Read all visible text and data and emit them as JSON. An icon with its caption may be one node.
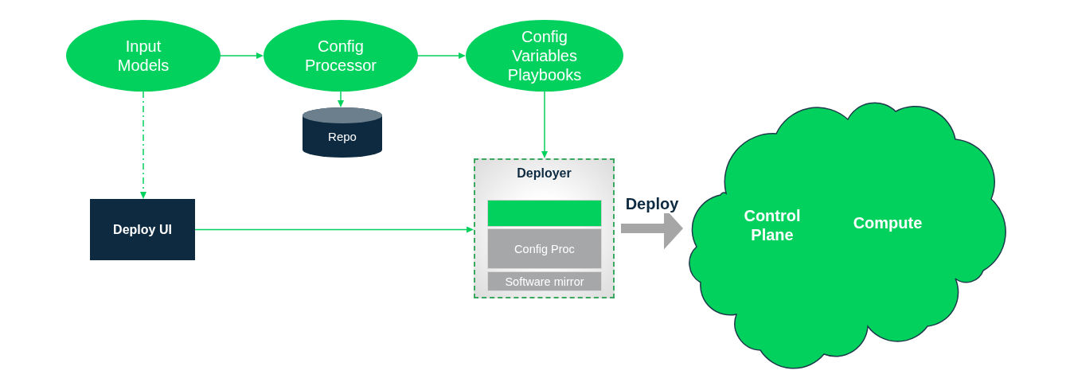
{
  "diagram": {
    "nodes": [
      {
        "text": [
          "Input Models"
        ]
      },
      {
        "text": [
          "Config Processor"
        ]
      },
      {
        "text": [
          "Config Variables Playbooks"
        ]
      },
      {
        "text": [
          "Repo"
        ]
      },
      {
        "text": [
          "Deploy UI"
        ]
      },
      {
        "text": [
          "Deployer"
        ]
      },
      {
        "text": [],
        "shape": "bar",
        "in": 5
      },
      {
        "text": [
          "Config Proc"
        ],
        "in": 5
      },
      {
        "text": [
          "Software mirror"
        ],
        "in": 5
      },
      {
        "text": [
          "Control Plane",
          "Compute"
        ]
      }
    ],
    "edges": [
      {
        "from": 0,
        "to": 1,
        "arrow": "to"
      },
      {
        "from": 1,
        "to": 2,
        "arrow": "to"
      },
      {
        "from": 1,
        "to": 3,
        "arrow": "to"
      },
      {
        "from": 2,
        "to": 5,
        "arrow": "to"
      },
      {
        "from": 0,
        "to": 4,
        "arrow": "to",
        "style": "dashed"
      },
      {
        "from": 4,
        "to": 5,
        "arrow": "to"
      },
      {
        "from": 5,
        "to": 9,
        "arrow": "to",
        "label": "Deploy",
        "style": "thick",
        "color": "#a6a6a6"
      }
    ]
  }
}
